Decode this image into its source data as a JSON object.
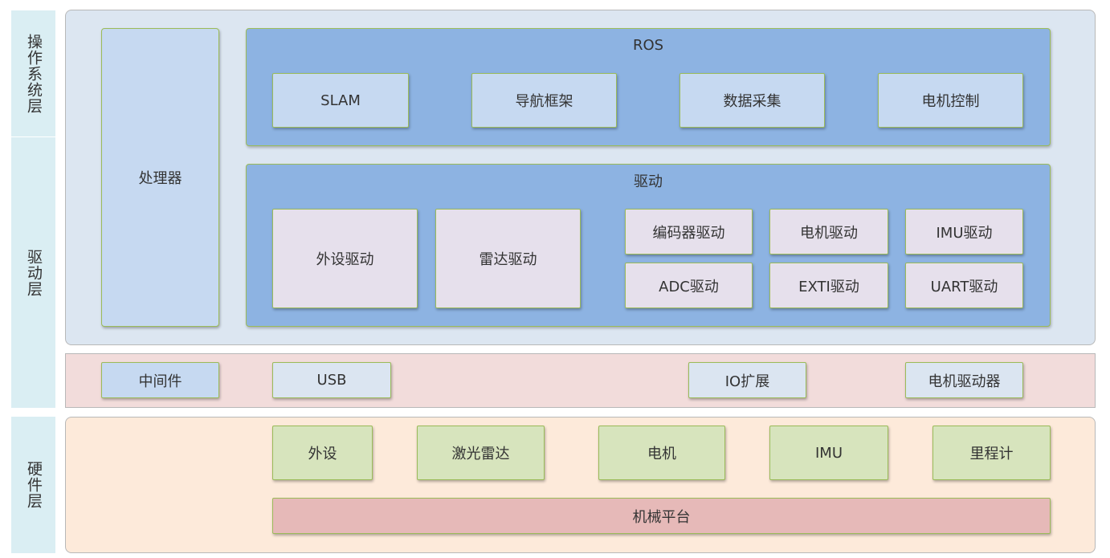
{
  "layers": {
    "os": "操作系统层",
    "driver": "驱动层",
    "hardware": "硬件层"
  },
  "processor": "处理器",
  "ros": {
    "title": "ROS",
    "items": [
      "SLAM",
      "导航框架",
      "数据采集",
      "电机控制"
    ]
  },
  "drivers": {
    "title": "驱动",
    "items": [
      "外设驱动",
      "雷达驱动",
      "编码器驱动",
      "电机驱动",
      "IMU驱动",
      "ADC驱动",
      "EXTI驱动",
      "UART驱动"
    ]
  },
  "middleware": {
    "items": [
      "中间件",
      "USB",
      "IO扩展",
      "电机驱动器"
    ]
  },
  "hardware": {
    "items": [
      "外设",
      "激光雷达",
      "电机",
      "IMU",
      "里程计"
    ],
    "platform": "机械平台"
  },
  "colors": {
    "layer_label_bg": "#daeef3",
    "os_panel_bg": "#dce6f1",
    "middleware_panel_bg": "#f2dcdb",
    "hardware_panel_bg": "#fdeada",
    "group_bg": "#8db3e2",
    "box_border": "#9bbb59",
    "platform_bg": "#e6b9b8",
    "hardware_box_bg": "#d7e4bd"
  }
}
